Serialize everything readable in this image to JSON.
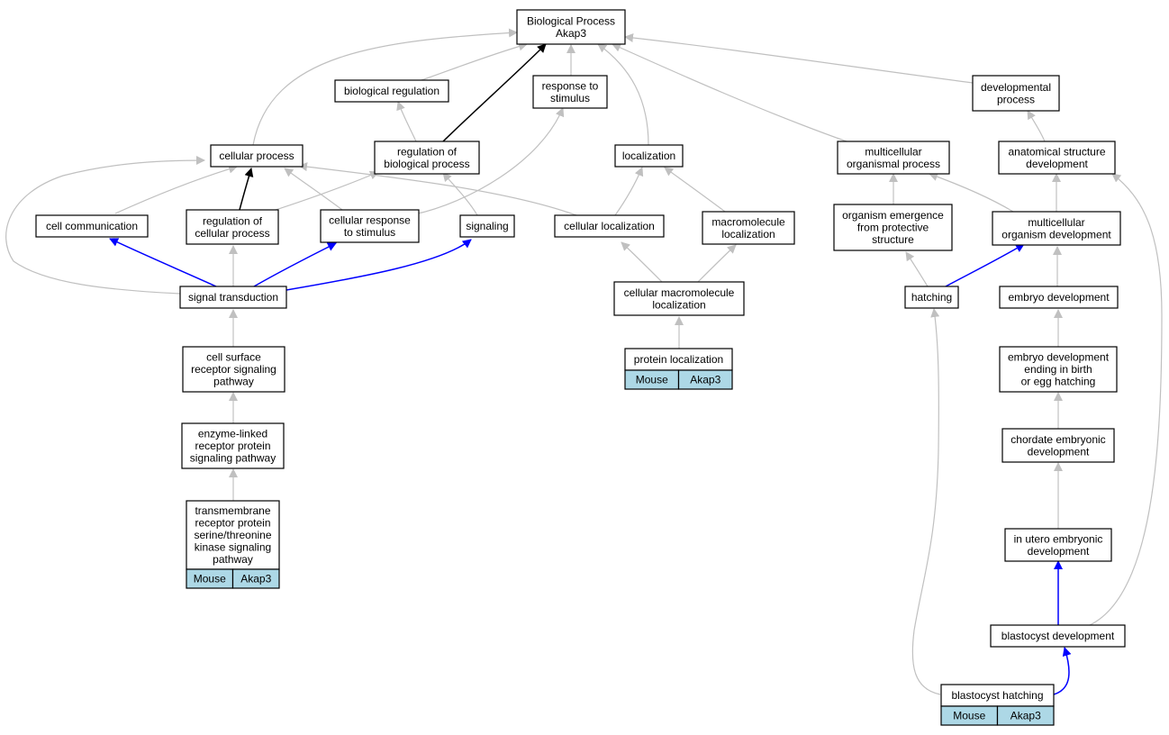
{
  "colors": {
    "edge_default": "#c0c0c0",
    "edge_highlight": "#000000",
    "edge_blue": "#0000ff",
    "gene_cell": "#add8e6"
  },
  "nodes": {
    "root": {
      "lines": [
        "Biological Process",
        "Akap3"
      ]
    },
    "biological_regulation": {
      "lines": [
        "biological regulation"
      ]
    },
    "response_to_stimulus": {
      "lines": [
        "response to",
        "stimulus"
      ]
    },
    "developmental_process": {
      "lines": [
        "developmental",
        "process"
      ]
    },
    "cellular_process": {
      "lines": [
        "cellular process"
      ]
    },
    "regulation_of_biological_process": {
      "lines": [
        "regulation of",
        "biological process"
      ]
    },
    "localization": {
      "lines": [
        "localization"
      ]
    },
    "multicellular_organismal_process": {
      "lines": [
        "multicellular",
        "organismal process"
      ]
    },
    "anatomical_structure_development": {
      "lines": [
        "anatomical structure",
        "development"
      ]
    },
    "cell_communication": {
      "lines": [
        "cell communication"
      ]
    },
    "regulation_of_cellular_process": {
      "lines": [
        "regulation of",
        "cellular process"
      ]
    },
    "cellular_response_to_stimulus": {
      "lines": [
        "cellular response",
        "to stimulus"
      ]
    },
    "signaling": {
      "lines": [
        "signaling"
      ]
    },
    "cellular_localization": {
      "lines": [
        "cellular localization"
      ]
    },
    "macromolecule_localization": {
      "lines": [
        "macromolecule",
        "localization"
      ]
    },
    "organism_emergence": {
      "lines": [
        "organism emergence",
        "from protective",
        "structure"
      ]
    },
    "multicellular_organism_development": {
      "lines": [
        "multicellular",
        "organism development"
      ]
    },
    "signal_transduction": {
      "lines": [
        "signal transduction"
      ]
    },
    "cellular_macromolecule_localization": {
      "lines": [
        "cellular macromolecule",
        "localization"
      ]
    },
    "hatching": {
      "lines": [
        "hatching"
      ]
    },
    "embryo_development": {
      "lines": [
        "embryo development"
      ]
    },
    "cell_surface_receptor_signaling": {
      "lines": [
        "cell surface",
        "receptor signaling",
        "pathway"
      ]
    },
    "protein_localization": {
      "lines": [
        "protein localization"
      ],
      "genes": [
        "Mouse",
        "Akap3"
      ]
    },
    "embryo_development_ending": {
      "lines": [
        "embryo development",
        "ending in birth",
        "or egg hatching"
      ]
    },
    "enzyme_linked_receptor": {
      "lines": [
        "enzyme-linked",
        "receptor protein",
        "signaling pathway"
      ]
    },
    "chordate_embryonic_development": {
      "lines": [
        "chordate embryonic",
        "development"
      ]
    },
    "transmembrane_receptor_kinase": {
      "lines": [
        "transmembrane",
        "receptor protein",
        "serine/threonine",
        "kinase signaling",
        "pathway"
      ],
      "genes": [
        "Mouse",
        "Akap3"
      ]
    },
    "in_utero_embryonic_development": {
      "lines": [
        "in utero embryonic",
        "development"
      ]
    },
    "blastocyst_development": {
      "lines": [
        "blastocyst development"
      ]
    },
    "blastocyst_hatching": {
      "lines": [
        "blastocyst hatching"
      ],
      "genes": [
        "Mouse",
        "Akap3"
      ]
    }
  }
}
